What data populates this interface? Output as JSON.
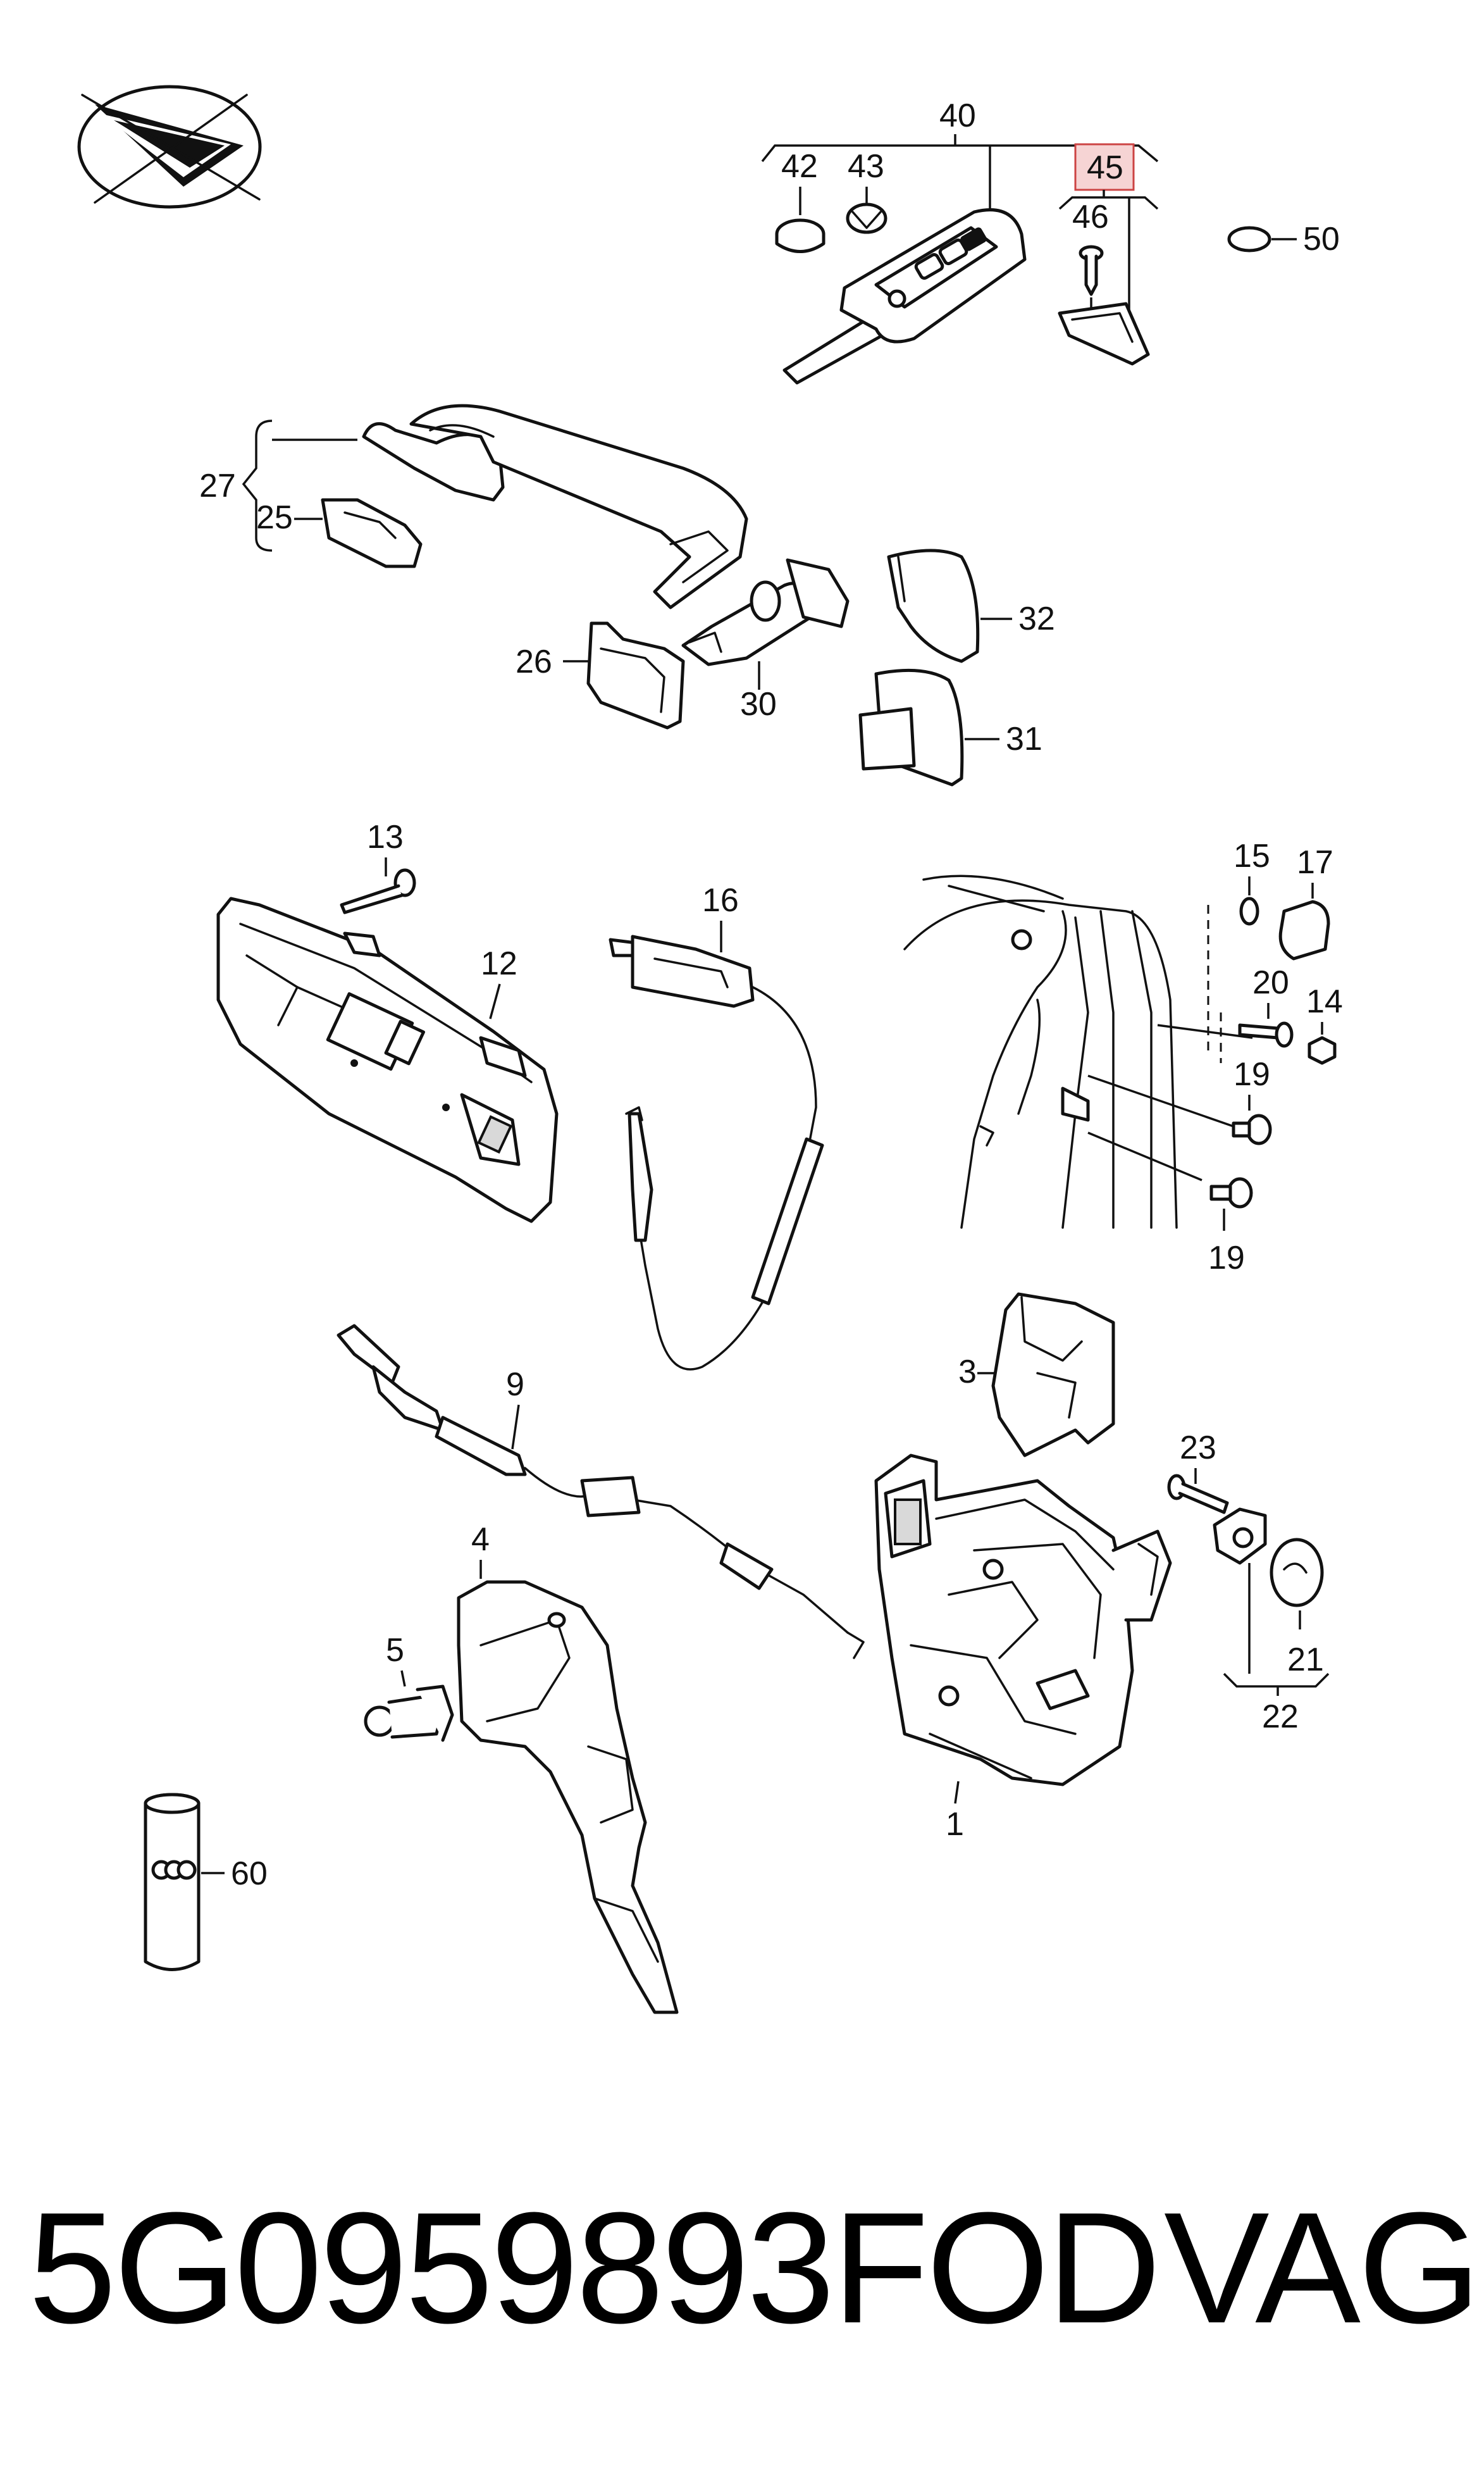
{
  "callouts": {
    "n40": "40",
    "n42": "42",
    "n43": "43",
    "n45": "45",
    "n46": "46",
    "n50": "50",
    "n27": "27",
    "n25": "25",
    "n32": "32",
    "n26": "26",
    "n30": "30",
    "n31": "31",
    "n13": "13",
    "n12": "12",
    "n16": "16",
    "n15": "15",
    "n17": "17",
    "n20": "20",
    "n14": "14",
    "n19a": "19",
    "n19b": "19",
    "n9": "9",
    "n3": "3",
    "n23": "23",
    "n4": "4",
    "n5": "5",
    "n21": "21",
    "n22": "22",
    "n1": "1",
    "n60": "60"
  },
  "footer": {
    "part_number": "5G0959893FOD",
    "brand": "VAG"
  },
  "colors": {
    "line": "#111111",
    "highlight": "#f6d4d4",
    "highlight_border": "#cc4444"
  },
  "icons": {
    "logo": "compass-arrow-logo"
  }
}
